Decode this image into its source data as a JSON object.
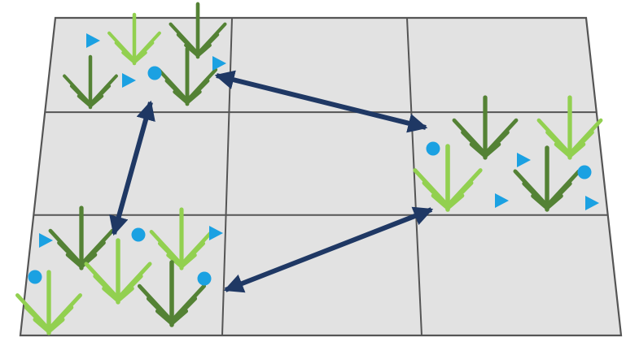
{
  "colors": {
    "background": "#ffffff",
    "grid_fill": "#e2e2e2",
    "grid_line": "#555555",
    "arrow": "#1f3864",
    "plant_dark": "#548235",
    "plant_light": "#92d050",
    "marker": "#1ba1e2"
  },
  "grid": {
    "rows": 3,
    "columns": 3
  },
  "patches": [
    {
      "cell": "top-left",
      "plants": [
        {
          "shade": "light"
        },
        {
          "shade": "dark"
        },
        {
          "shade": "dark"
        },
        {
          "shade": "dark"
        }
      ],
      "markers": [
        {
          "shape": "triangle"
        },
        {
          "shape": "triangle"
        },
        {
          "shape": "triangle"
        },
        {
          "shape": "circle"
        }
      ]
    },
    {
      "cell": "middle-right",
      "plants": [
        {
          "shade": "dark"
        },
        {
          "shade": "light"
        },
        {
          "shade": "light"
        },
        {
          "shade": "dark"
        }
      ],
      "markers": [
        {
          "shape": "circle"
        },
        {
          "shape": "triangle"
        },
        {
          "shape": "circle"
        },
        {
          "shape": "triangle"
        },
        {
          "shape": "triangle"
        }
      ]
    },
    {
      "cell": "bottom-left",
      "plants": [
        {
          "shade": "dark"
        },
        {
          "shade": "light"
        },
        {
          "shade": "light"
        },
        {
          "shade": "light"
        },
        {
          "shade": "dark"
        }
      ],
      "markers": [
        {
          "shape": "triangle"
        },
        {
          "shape": "circle"
        },
        {
          "shape": "triangle"
        },
        {
          "shape": "circle"
        },
        {
          "shape": "circle"
        }
      ]
    }
  ],
  "connections": [
    {
      "from": "top-left",
      "to": "middle-right",
      "style": "double-headed"
    },
    {
      "from": "top-left",
      "to": "bottom-left",
      "style": "double-headed"
    },
    {
      "from": "bottom-left",
      "to": "middle-right",
      "style": "double-headed"
    }
  ]
}
